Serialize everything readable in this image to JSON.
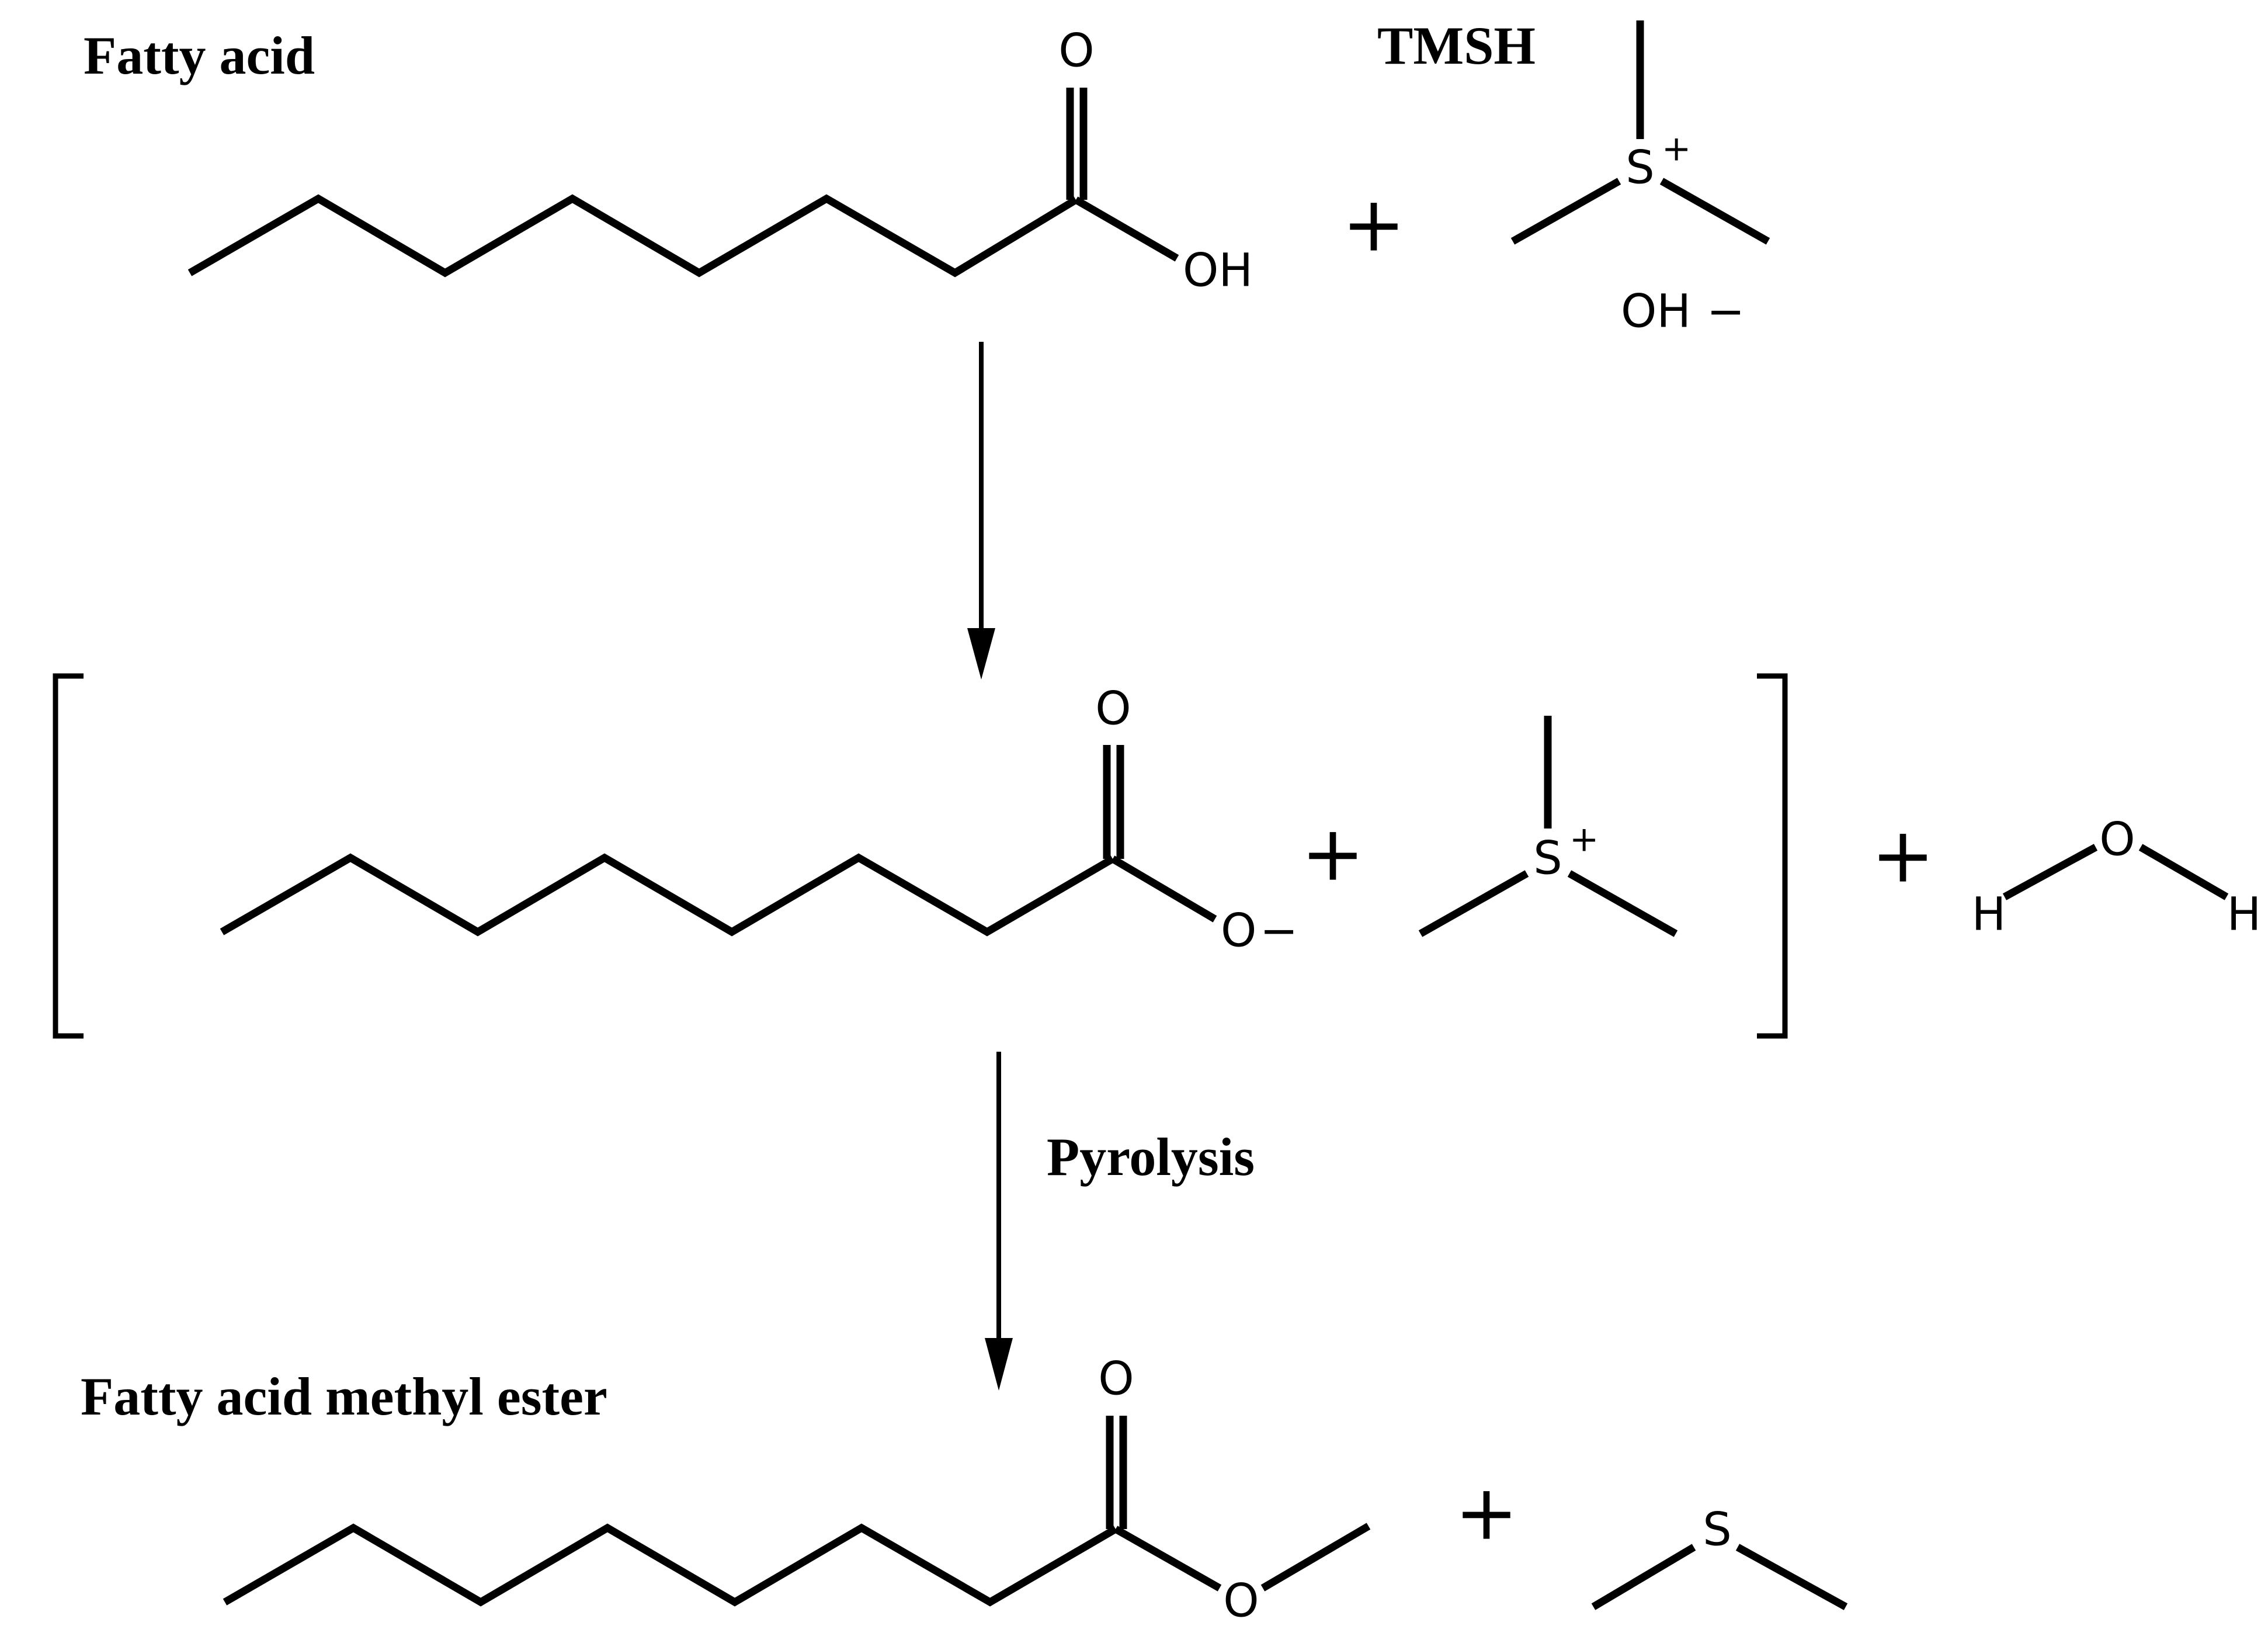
{
  "labels": {
    "fatty_acid": "Fatty acid",
    "tmsh": "TMSH",
    "pyrolysis": "Pyrolysis",
    "fame": "Fatty acid methyl ester"
  },
  "atoms": {
    "o": "O",
    "oh": "OH",
    "s": "S",
    "h": "H",
    "plus_charge": "+",
    "minus_charge": "−"
  },
  "signs": {
    "plus": "+"
  }
}
